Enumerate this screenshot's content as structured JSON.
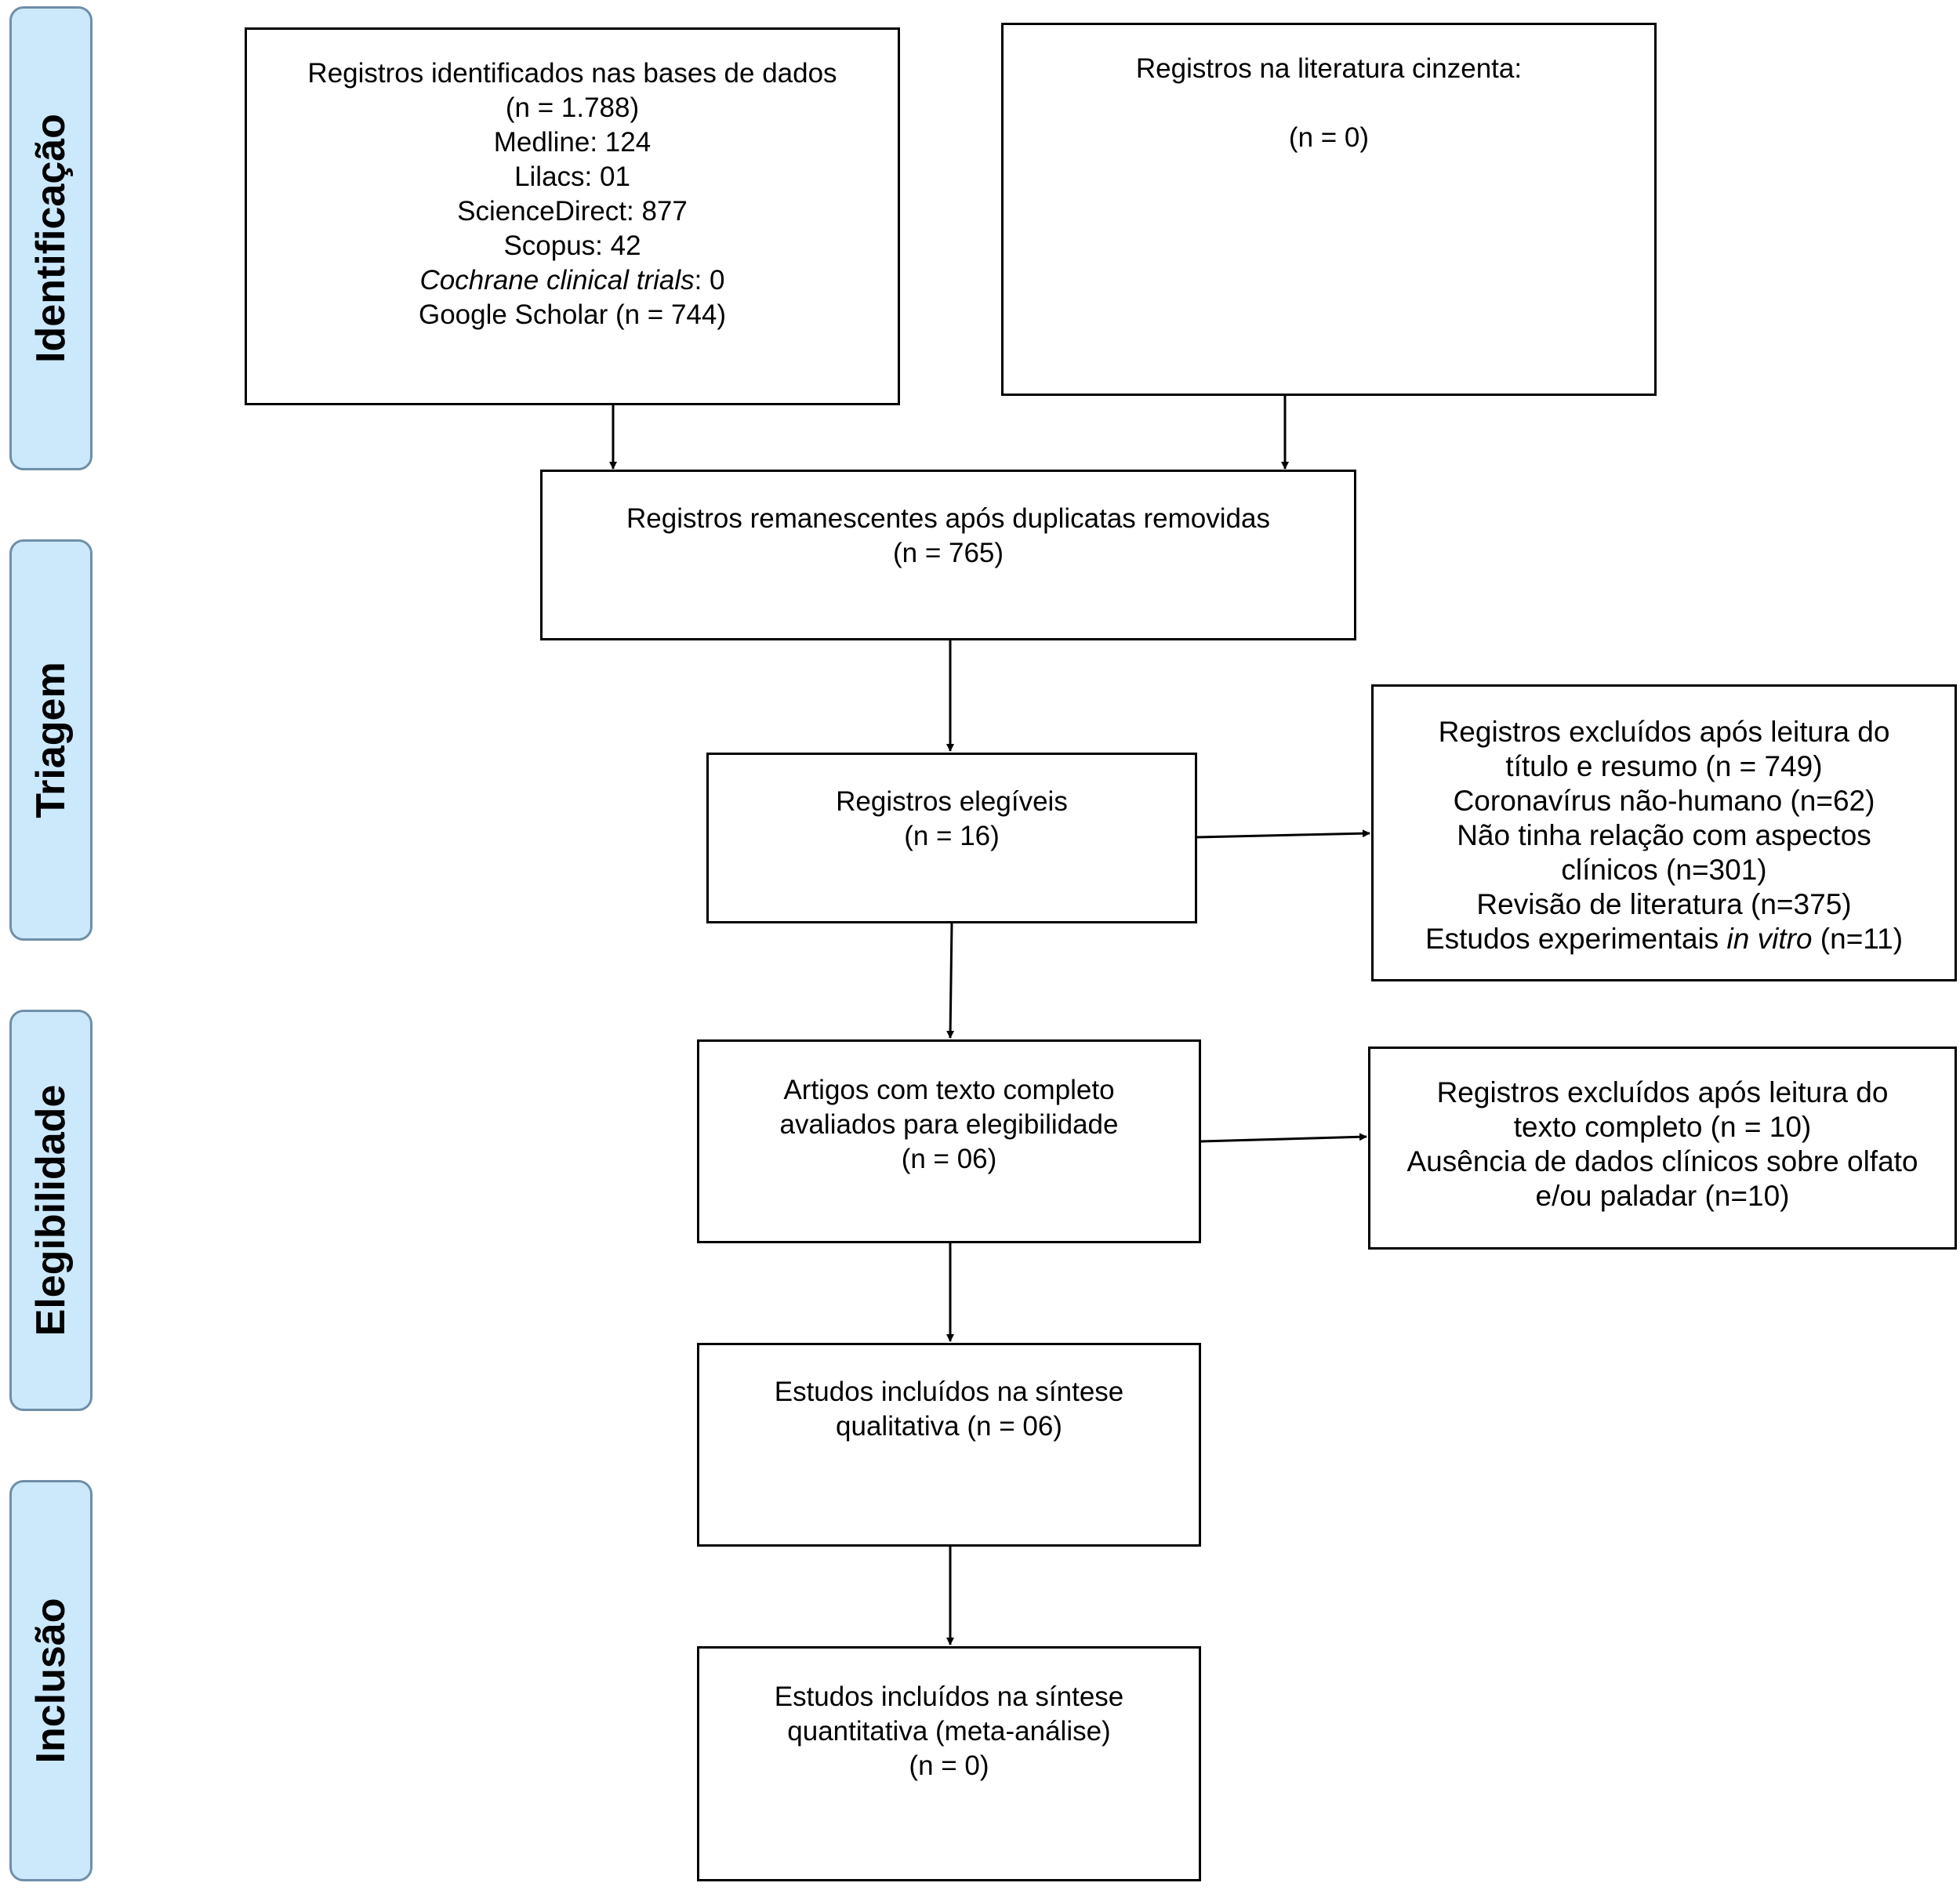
{
  "phases": {
    "identificacao": "Identificação",
    "triagem": "Triagem",
    "elegibilidade": "Elegibilidade",
    "inclusao": "Inclusão"
  },
  "boxes": {
    "databases": {
      "title": "Registros identificados  nas bases de dados",
      "total": "(n = 1.788)",
      "medline": "Medline: 124",
      "lilacs": "Lilacs: 01",
      "sciencedirect": "ScienceDirect: 877",
      "scopus": "Scopus: 42",
      "cochrane_name": "Cochrane clinical trials",
      "cochrane_count": ": 0",
      "google": "Google Scholar (n = 744)"
    },
    "grey_literature": {
      "title": "Registros na literatura cinzenta:",
      "count": "(n = 0)"
    },
    "after_duplicates": {
      "title": "Registros remanescentes após duplicatas removidas",
      "count": "(n = 765)"
    },
    "eligible": {
      "title": "Registros elegíveis",
      "count": "(n = 16)"
    },
    "excluded_screening": {
      "line1": "Registros excluídos após leitura do",
      "line2": "título e resumo (n = 749)",
      "line3": "Coronavírus não-humano (n=62)",
      "line4": "Não tinha relação com aspectos",
      "line5": "clínicos (n=301)",
      "line6": "Revisão de literatura (n=375)",
      "line7_pre": "Estudos experimentais ",
      "line7_it": "in vitro",
      "line7_post": " (n=11)"
    },
    "full_text": {
      "line1": "Artigos com texto completo",
      "line2": "avaliados para elegibilidade",
      "count": "(n = 06)"
    },
    "excluded_fulltext": {
      "line1": "Registros excluídos após leitura do",
      "line2": "texto completo (n = 10)",
      "line3": "Ausência de dados clínicos sobre olfato",
      "line4": "e/ou paladar (n=10)"
    },
    "qualitative": {
      "line1": "Estudos incluídos na  síntese",
      "line2": "qualitativa (n = 06)"
    },
    "quantitative": {
      "line1": "Estudos incluídos na síntese",
      "line2": "quantitativa (meta-análise)",
      "count": "(n = 0)"
    }
  }
}
